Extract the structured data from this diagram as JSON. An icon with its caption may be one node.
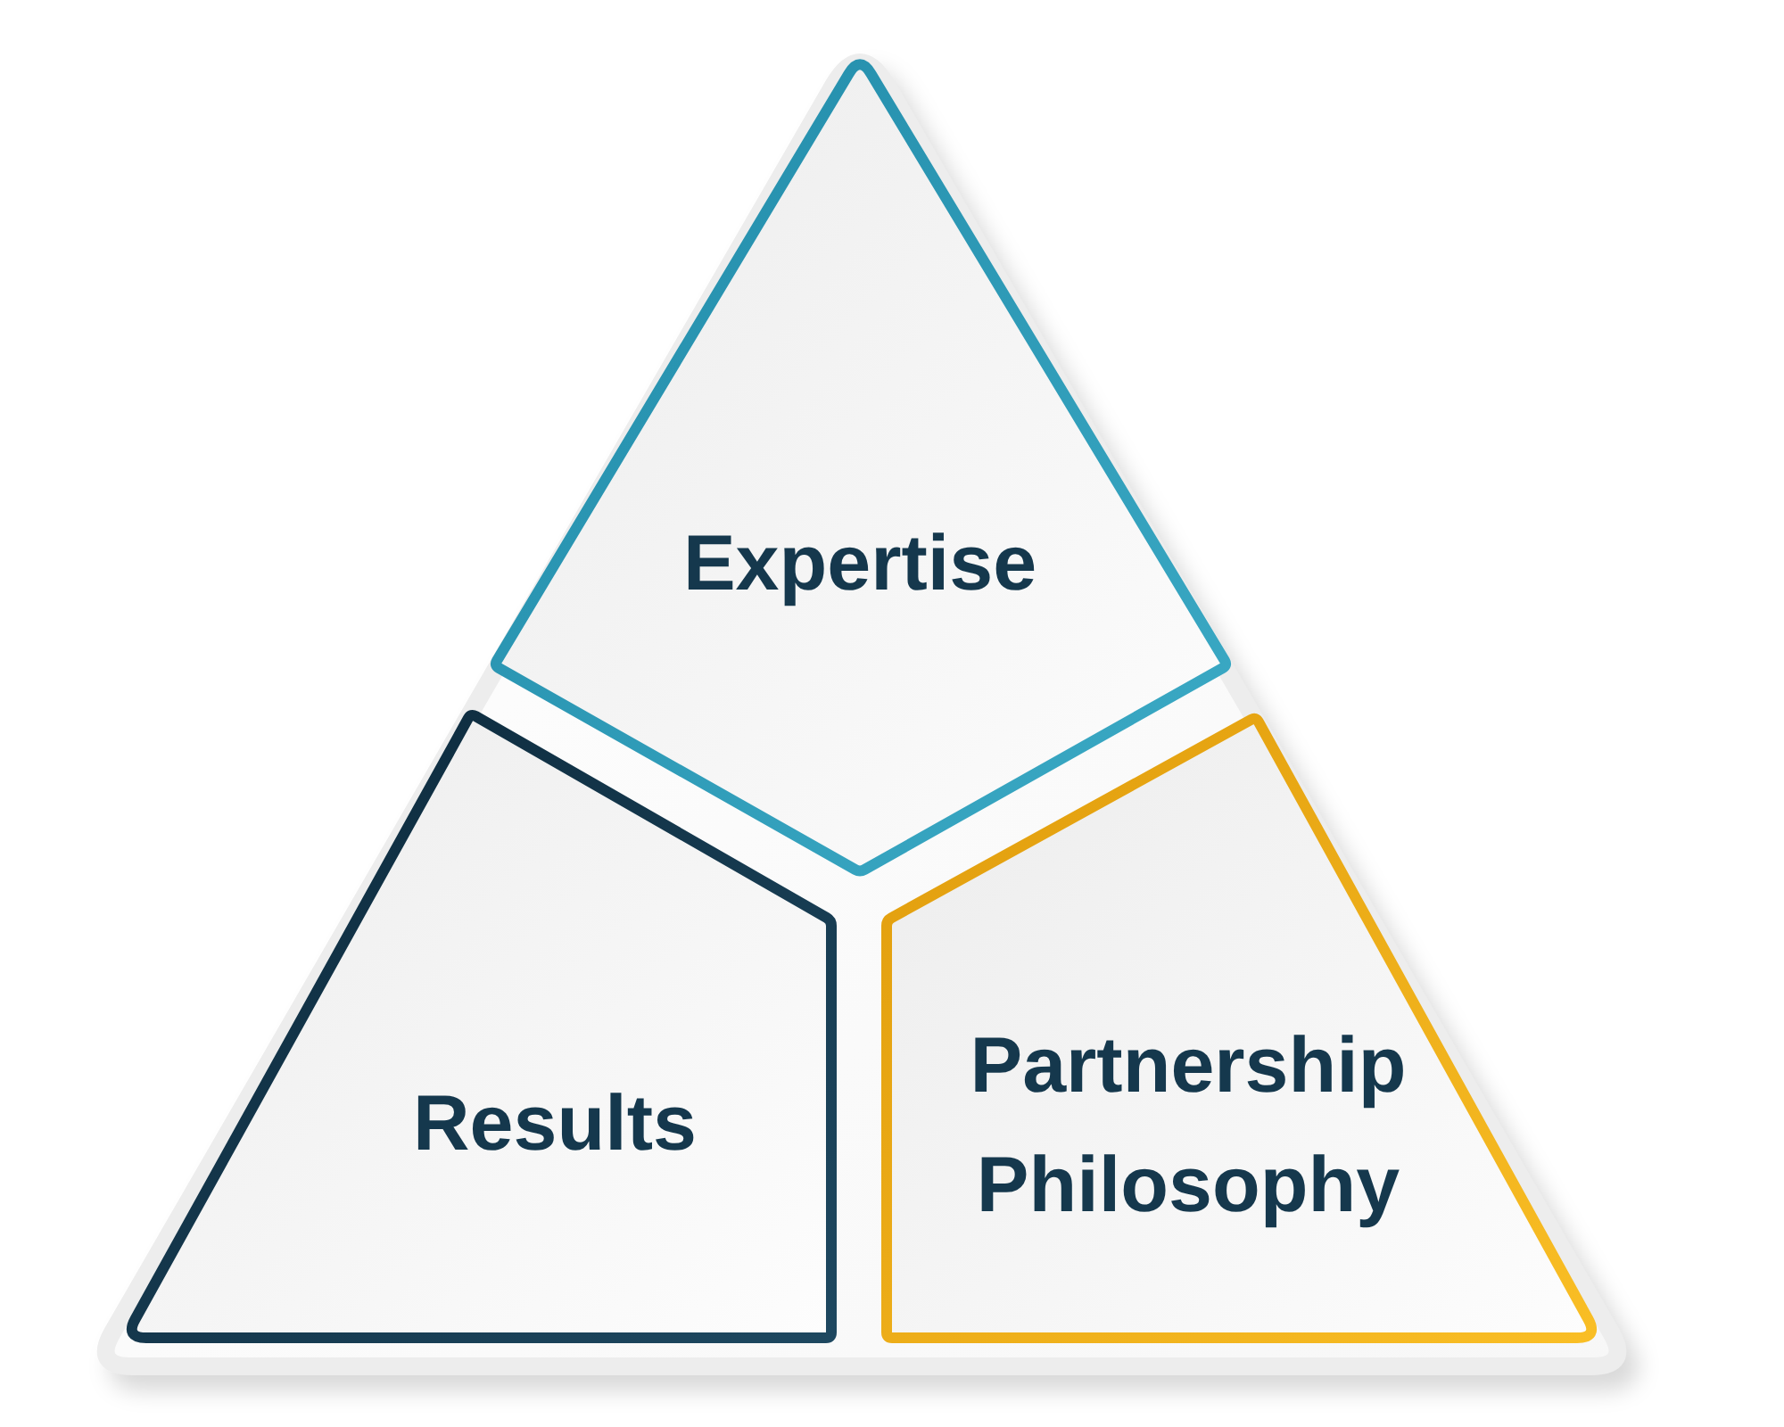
{
  "diagram": {
    "nodes": [
      {
        "text": [],
        "shape": "triangle"
      },
      {
        "text": [
          "Expertise"
        ],
        "in": 0
      },
      {
        "text": [
          "Results"
        ],
        "in": 0
      },
      {
        "text": [
          "Partnership Philosophy"
        ],
        "in": 0
      }
    ]
  }
}
